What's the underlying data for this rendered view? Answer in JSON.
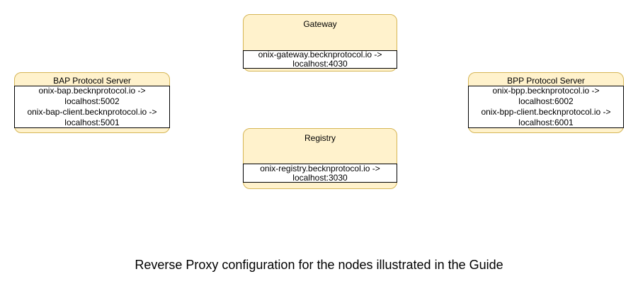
{
  "diagram": {
    "caption": "Reverse Proxy configuration for the nodes illustrated in the Guide"
  },
  "nodes": [
    {
      "id": "gateway",
      "title": "Gateway",
      "lines": [
        "onix-gateway.becknprotocol.io ->",
        "localhost:4030"
      ]
    },
    {
      "id": "bap-protocol-server",
      "title": "BAP Protocol Server",
      "lines": [
        "onix-bap.becknprotocol.io ->",
        "localhost:5002",
        "onix-bap-client.becknprotocol.io ->",
        "localhost:5001"
      ]
    },
    {
      "id": "bpp-protocol-server",
      "title": "BPP Protocol Server",
      "lines": [
        "onix-bpp.becknprotocol.io ->",
        "localhost:6002",
        "onix-bpp-client.becknprotocol.io ->",
        "localhost:6001"
      ]
    },
    {
      "id": "registry",
      "title": "Registry",
      "lines": [
        "onix-registry.becknprotocol.io ->",
        "localhost:3030"
      ]
    }
  ],
  "colors": {
    "background": "#FFFFFF",
    "node_fill": "#FFF2CC",
    "node_border": "#D6B656",
    "mapping_fill": "#FFFFFF",
    "mapping_border": "#000000",
    "text": "#000000"
  }
}
